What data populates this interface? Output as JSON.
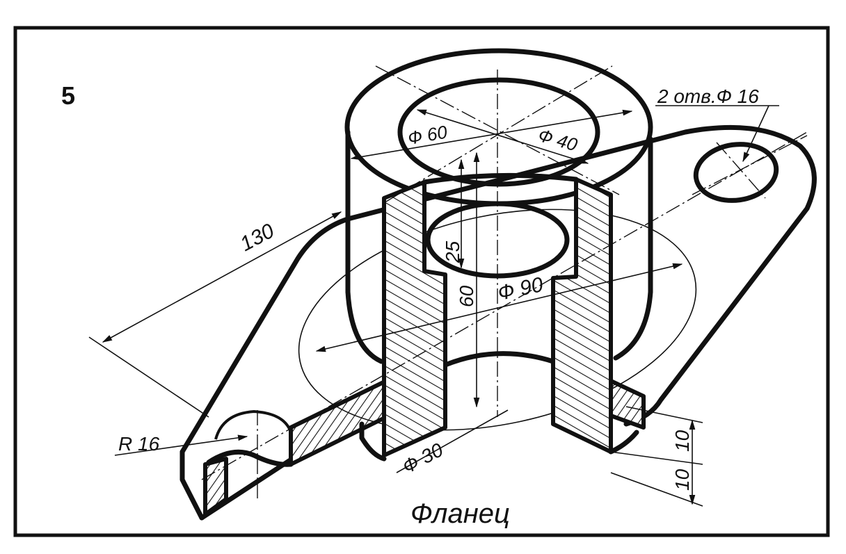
{
  "sheet_number": "5",
  "title": "Фланец",
  "dimensions": {
    "holes_note": "2 отв.Ф 16",
    "d60": "Ф 60",
    "d40": "Ф 40",
    "d90": "Ф 90",
    "d30": "Ф 30",
    "len130": "130",
    "r16": "R 16",
    "h25": "25",
    "h60": "60",
    "h10a": "10",
    "h10b": "10"
  }
}
